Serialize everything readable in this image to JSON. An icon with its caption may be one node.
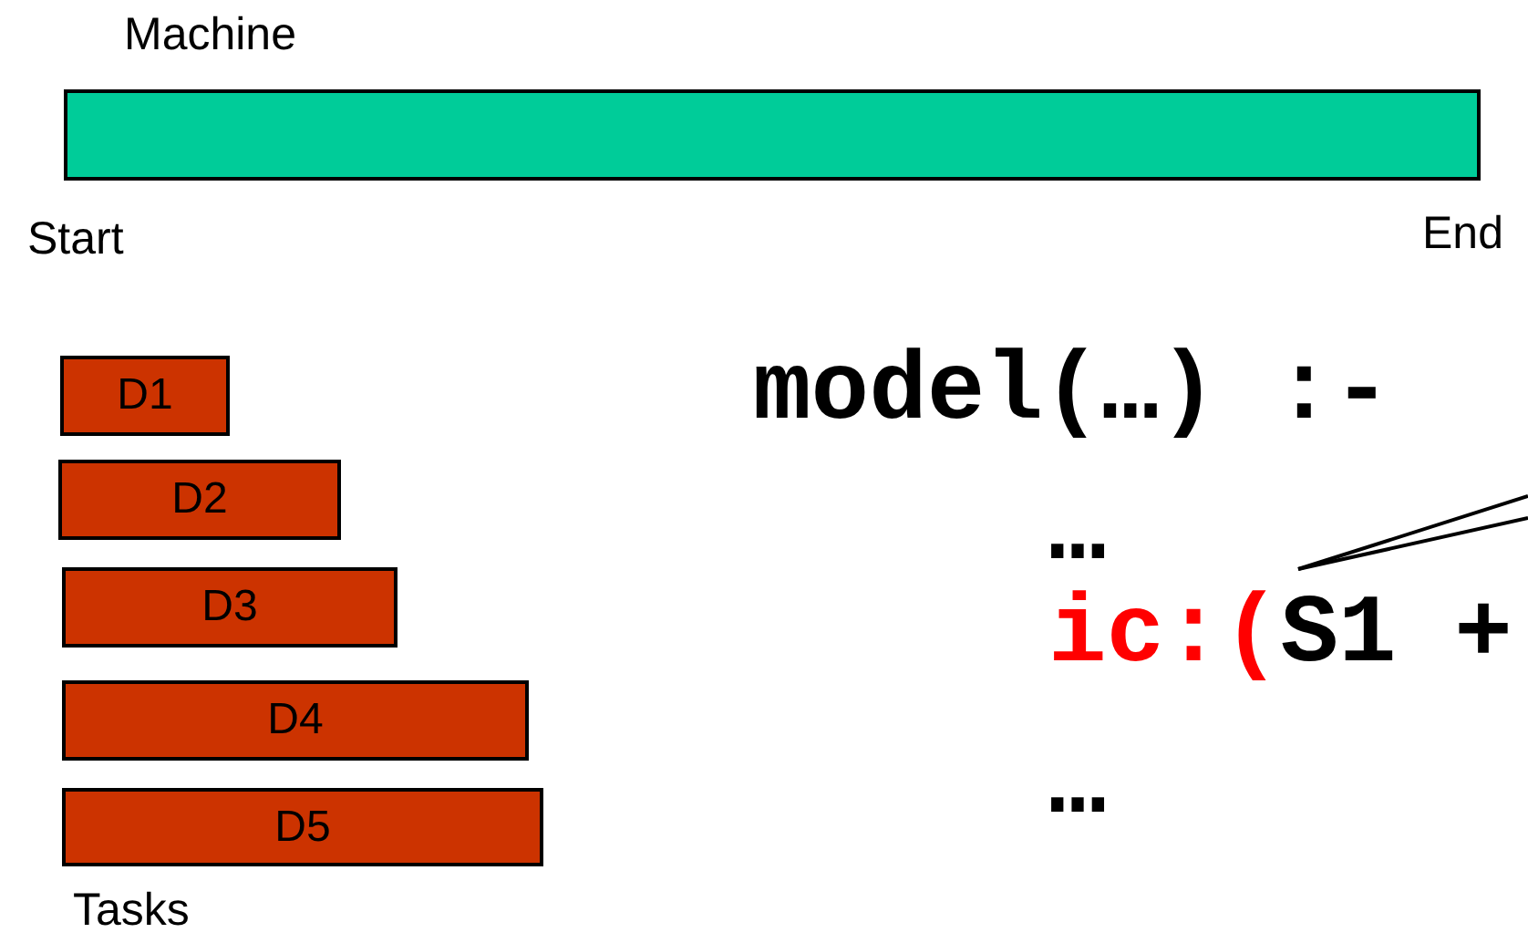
{
  "diagram": {
    "nodes": [
      {
        "text": [
          "Machine"
        ]
      },
      {
        "text": [
          "D1"
        ]
      },
      {
        "text": [
          "D2"
        ]
      },
      {
        "text": [
          "D3"
        ]
      },
      {
        "text": [
          "D4"
        ]
      },
      {
        "text": [
          "D5"
        ]
      },
      {
        "text": [
          "ic:(",
          "S1 +"
        ]
      }
    ],
    "edges": [
      {
        "from": null,
        "to": 6,
        "arrow": "none"
      },
      {
        "from": null,
        "to": 6,
        "arrow": "none"
      }
    ],
    "labels": [
      "Start",
      "End",
      "model(…) :-",
      "…",
      "…",
      "Tasks"
    ]
  }
}
